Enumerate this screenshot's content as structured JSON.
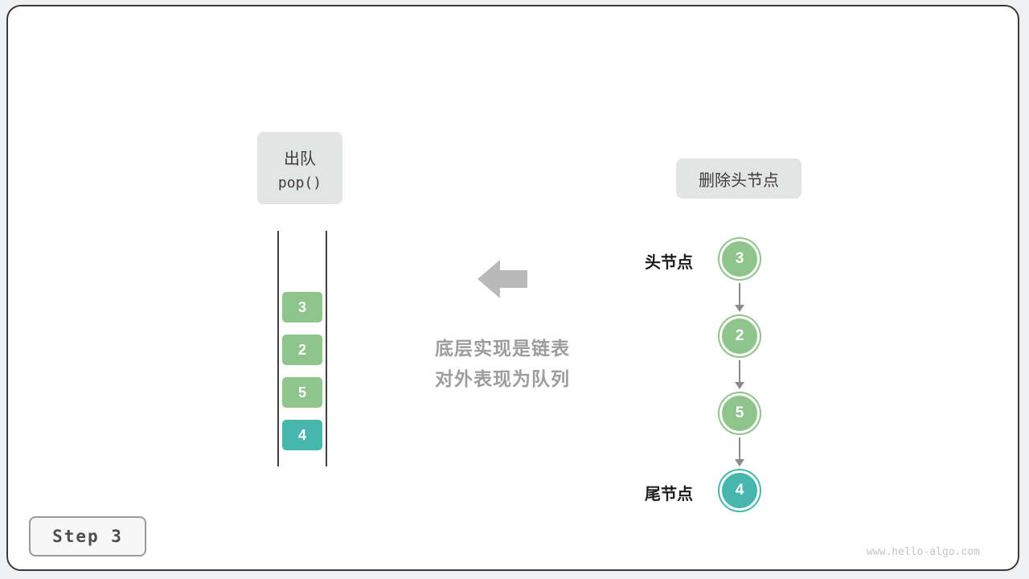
{
  "card": {
    "step_badge": "Step 3",
    "watermark": "www.hello-algo.com"
  },
  "operation_label": {
    "title": "出队",
    "code": "pop()"
  },
  "queue": {
    "items": [
      {
        "value": "3",
        "color": "#8fc48a"
      },
      {
        "value": "2",
        "color": "#8fc48a"
      },
      {
        "value": "5",
        "color": "#8fc48a"
      },
      {
        "value": "4",
        "color": "#47b6ac"
      }
    ]
  },
  "explanation": {
    "line1": "底层实现是链表",
    "line2": "对外表现为队列"
  },
  "action_label": "删除头节点",
  "linked_list": {
    "head_label": "头节点",
    "tail_label": "尾节点",
    "nodes": [
      {
        "value": "3",
        "color": "#8fc48a"
      },
      {
        "value": "2",
        "color": "#8fc48a"
      },
      {
        "value": "5",
        "color": "#8fc48a"
      },
      {
        "value": "4",
        "color": "#47b6ac"
      }
    ]
  },
  "colors": {
    "node_green": "#8fc48a",
    "node_teal": "#47b6ac",
    "label_box_bg": "#e3e4e4",
    "arrow_gray": "#b9b9b9",
    "explain_text": "#9d9d9d"
  }
}
